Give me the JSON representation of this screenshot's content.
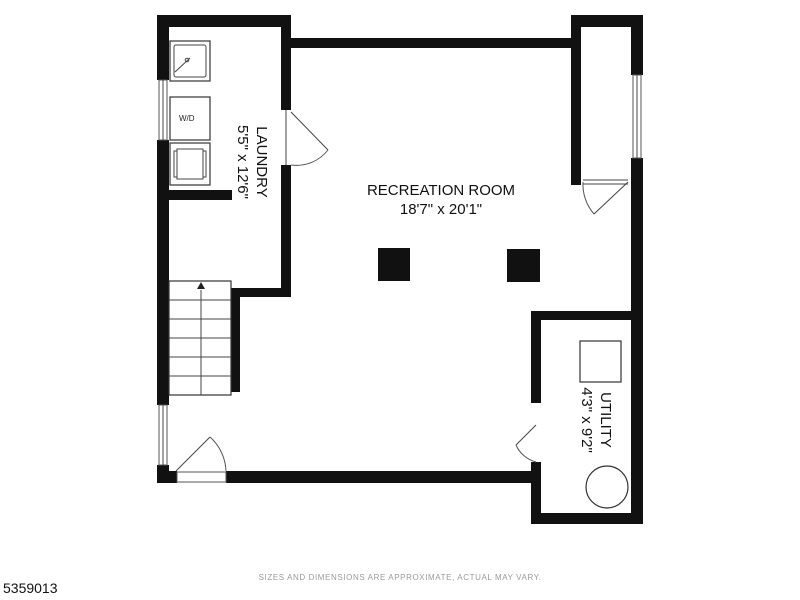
{
  "rooms": {
    "recreation": {
      "name": "RECREATION ROOM",
      "dims": "18'7\" x 20'1\""
    },
    "laundry": {
      "name": "LAUNDRY",
      "dims": "5'5\" x 12'6\""
    },
    "utility": {
      "name": "UTILITY",
      "dims": "4'3\" x 9'2\""
    }
  },
  "fixtures": {
    "washer_dryer_label": "W/D"
  },
  "footer": {
    "disclaimer": "SIZES AND DIMENSIONS ARE APPROXIMATE, ACTUAL MAY VARY.",
    "listing_id": "5359013"
  },
  "colors": {
    "wall": "#111111",
    "background": "#ffffff",
    "disclaimer": "#9a9a9a"
  }
}
